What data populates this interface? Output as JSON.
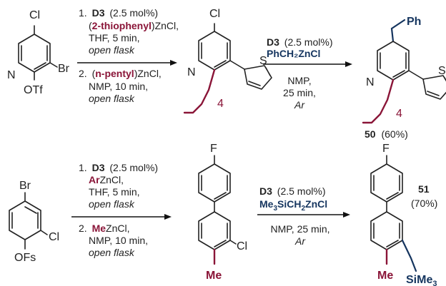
{
  "reaction1": {
    "sm": {
      "cl": "Cl",
      "br": "Br",
      "n": "N",
      "otf": "OTf"
    },
    "step1": {
      "num": "1.",
      "cat": "D3",
      "cat_load": "(2.5 mol%)",
      "reagent_open": "(",
      "reagent_name": "2-thiophenyl",
      "reagent_rest": ")ZnCl,",
      "line3": "THF, 5 min,",
      "line4": "open flask"
    },
    "step2": {
      "num": "2.",
      "reagent_open": "(",
      "reagent_name": "n-pentyl",
      "reagent_rest": ")ZnCl,",
      "line2": "NMP, 10 min,",
      "line3": "open flask"
    },
    "intermediate": {
      "cl": "Cl",
      "n": "N",
      "s": "S",
      "sub": "4"
    },
    "step3": {
      "cat": "D3",
      "cat_load": "(2.5 mol%)",
      "reagent": "PhCH₂ZnCl",
      "line3": "NMP,",
      "line4": "25 min,",
      "line5": "Ar"
    },
    "product": {
      "ph": "Ph",
      "n": "N",
      "s": "S",
      "sub": "4",
      "label": "50",
      "yield": "(60%)"
    }
  },
  "reaction2": {
    "sm": {
      "br": "Br",
      "cl": "Cl",
      "ofs": "OFs"
    },
    "step1": {
      "num": "1.",
      "cat": "D3",
      "cat_load": "(2.5 mol%)",
      "reagent_hl": "Ar",
      "reagent_rest": "ZnCl,",
      "line3": "THF, 5 min,",
      "line4": "open flask"
    },
    "step2": {
      "num": "2.",
      "reagent_hl": "Me",
      "reagent_rest": "ZnCl,",
      "line2": "NMP, 10 min,",
      "line3": "open flask"
    },
    "intermediate": {
      "f": "F",
      "cl": "Cl",
      "me": "Me"
    },
    "step3": {
      "cat": "D3",
      "cat_load": "(2.5 mol%)",
      "r_a": "Me",
      "r_a_sub": "3",
      "r_b": "SiCH",
      "r_b_sub": "2",
      "r_c": "ZnCl",
      "line3": "NMP, 25 min,",
      "line4": "Ar"
    },
    "product": {
      "f": "F",
      "me": "Me",
      "tms": "SiMe",
      "tms_sub": "3",
      "label": "51",
      "yield": "(70%)"
    }
  }
}
